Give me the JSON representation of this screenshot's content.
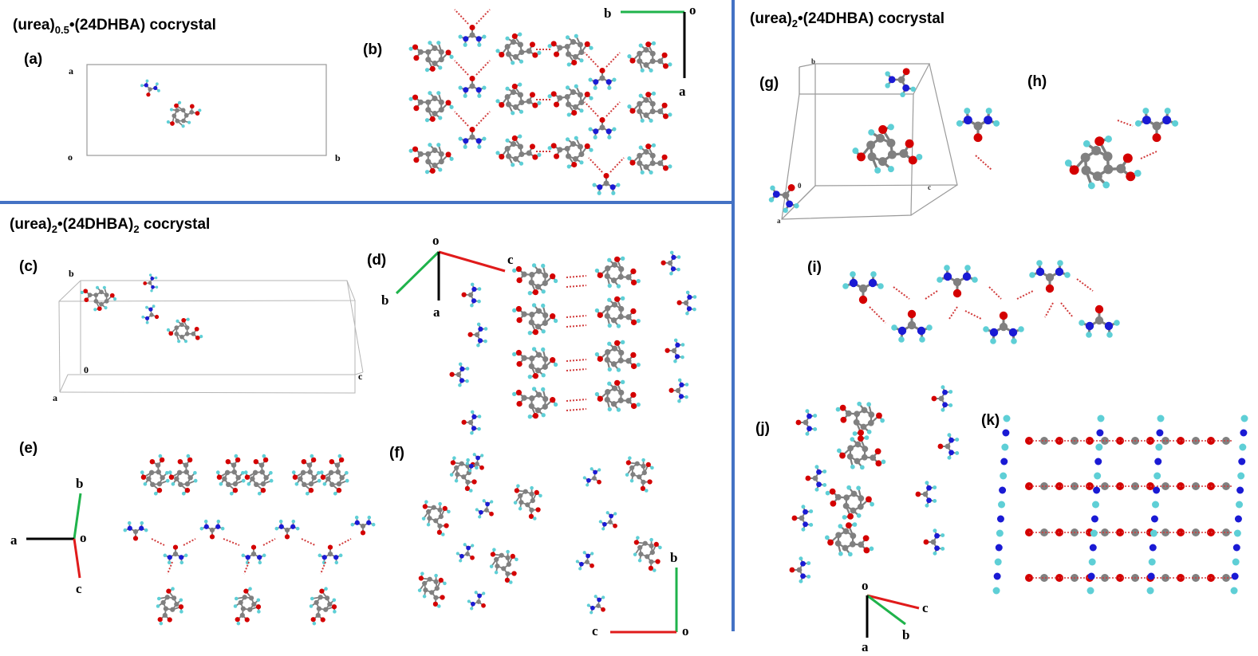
{
  "colors": {
    "divider": "#4472C4",
    "carbon": "#808080",
    "oxygen": "#d40000",
    "nitrogen": "#1a1ad4",
    "hydrogen": "#5ecfd6",
    "hbond": "#d13a3a",
    "axis_a": "#000000",
    "axis_b": "#1fb34b",
    "axis_c": "#e01b1b"
  },
  "sections": {
    "s1": {
      "title_main": "(urea)",
      "title_sub": "0.5",
      "title_rest": "•(24DHBA) cocrystal"
    },
    "s2": {
      "title_main": "(urea)",
      "title_sub": "2",
      "title_mid": "•(24DHBA)",
      "title_sub2": "2",
      "title_rest": " cocrystal"
    },
    "s3": {
      "title_main": "(urea)",
      "title_sub": "2",
      "title_rest": "•(24DHBA) cocrystal"
    }
  },
  "panels": {
    "a": {
      "label": "(a)",
      "axes": {
        "a": "a",
        "o": "o",
        "b": "b"
      }
    },
    "b": {
      "label": "(b)",
      "axes": {
        "b": "b",
        "o": "o",
        "a": "a"
      }
    },
    "c": {
      "label": "(c)",
      "axes": {
        "b": "b",
        "o": "0",
        "a": "a",
        "c": "c"
      }
    },
    "d": {
      "label": "(d)",
      "axes": {
        "o": "o",
        "c": "c",
        "b": "b",
        "a": "a"
      }
    },
    "e": {
      "label": "(e)",
      "axes": {
        "b": "b",
        "a": "a",
        "o": "o",
        "c": "c"
      }
    },
    "f": {
      "label": "(f)",
      "axes": {
        "b": "b",
        "c": "c",
        "o": "o"
      }
    },
    "g": {
      "label": "(g)",
      "axes": {
        "b": "b",
        "o": "0",
        "c": "c",
        "a": "a"
      }
    },
    "h": {
      "label": "(h)"
    },
    "i": {
      "label": "(i)"
    },
    "j": {
      "label": "(j)",
      "axes": {
        "o": "o",
        "c": "c",
        "b": "b",
        "a": "a"
      }
    },
    "k": {
      "label": "(k)"
    }
  }
}
